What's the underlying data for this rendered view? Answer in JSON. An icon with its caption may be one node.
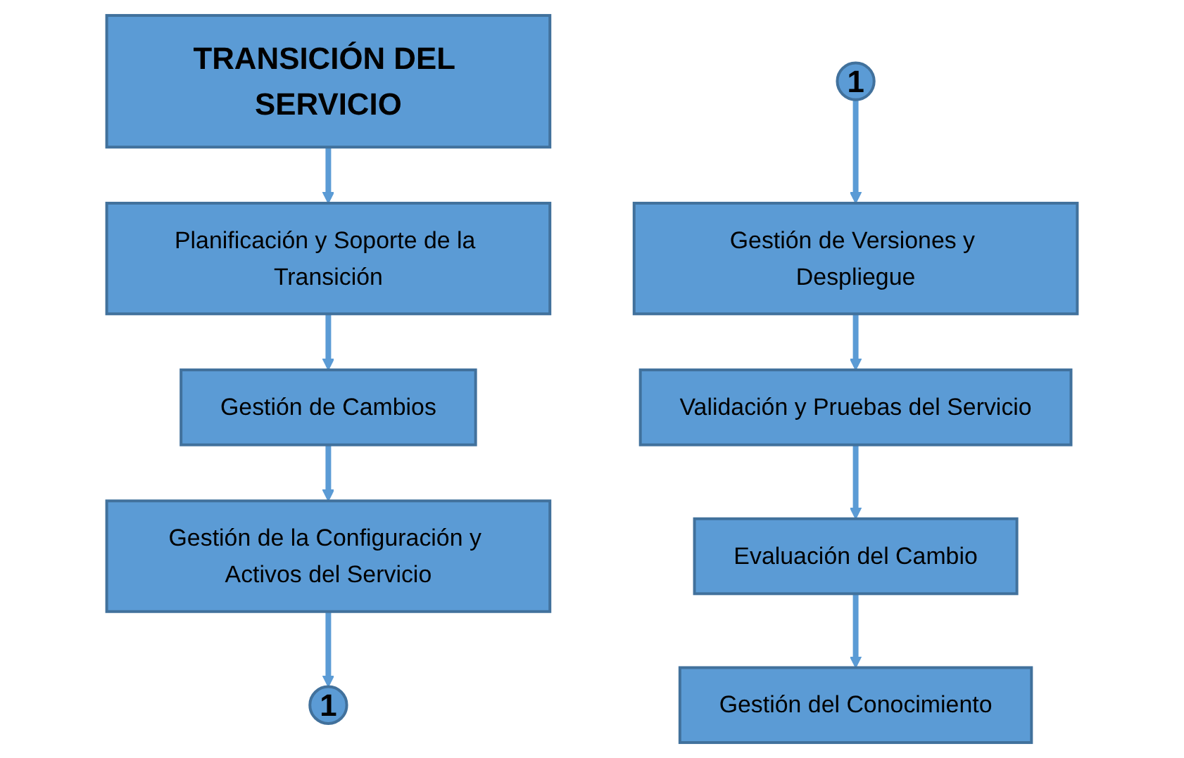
{
  "diagram": {
    "nodes": [
      {
        "text": [
          "TRANSICIÓN DEL SERVICIO"
        ]
      },
      {
        "text": [
          "Planificación y Soporte de la Transición"
        ]
      },
      {
        "text": [
          "Gestión de Cambios"
        ]
      },
      {
        "text": [
          "Gestión de la Configuración y Activos del Servicio"
        ]
      },
      {
        "text": [
          "1"
        ]
      },
      {
        "text": [
          "1"
        ]
      },
      {
        "text": [
          "Gestión de Versiones y Despliegue"
        ]
      },
      {
        "text": [
          "Validación y Pruebas del Servicio"
        ]
      },
      {
        "text": [
          "Evaluación del Cambio"
        ]
      },
      {
        "text": [
          "Gestión del Conocimiento"
        ]
      }
    ],
    "edges": [
      {
        "from": 0,
        "to": 1,
        "arrow": "to"
      },
      {
        "from": 1,
        "to": 2,
        "arrow": "to"
      },
      {
        "from": 2,
        "to": 3,
        "arrow": "to"
      },
      {
        "from": 3,
        "to": 4,
        "arrow": "to"
      },
      {
        "from": 5,
        "to": 6,
        "arrow": "to"
      },
      {
        "from": 6,
        "to": 7,
        "arrow": "to"
      },
      {
        "from": 7,
        "to": 8,
        "arrow": "to"
      },
      {
        "from": 8,
        "to": 9,
        "arrow": "to"
      }
    ]
  }
}
